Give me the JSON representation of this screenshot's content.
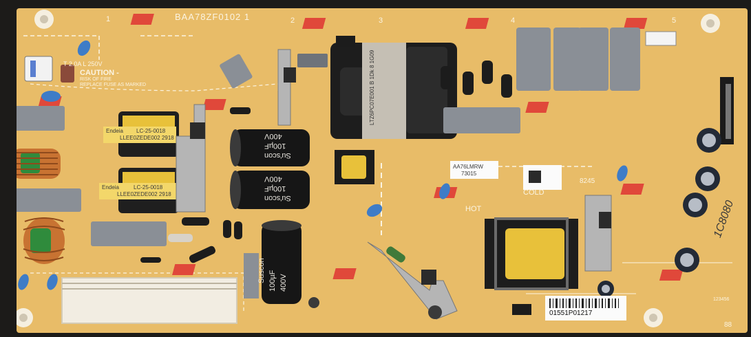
{
  "board": {
    "part_number": "BAA78ZF0102 1",
    "zone_labels": [
      "1",
      "2",
      "3",
      "4",
      "5"
    ],
    "fuse_rating": "T 2.0A L 250V",
    "caution_title": "CAUTION -",
    "caution_line1": "RISK OF FIRE",
    "caution_line2": "REPLACE FUSE AS MARKED",
    "hot_label": "HOT",
    "cold_label": "COLD",
    "code_8245": "8245",
    "corner_88": "88",
    "numbers_strip": "123456",
    "handwritten": "1C8080"
  },
  "components": {
    "inductor1_brand": "Endeia",
    "inductor1_model": "LC-25-0018",
    "inductor1_code": "LLEE0ZEDE002 2918",
    "inductor2_brand": "Endeia",
    "inductor2_model": "LC-25-0018",
    "inductor2_code": "LLEE0ZEDE002 2918",
    "cap_top_voltage": "400V",
    "cap_top_value": "100µF",
    "cap_top_brand": "Su'scon",
    "cap_mid_voltage": "400V",
    "cap_mid_value": "100µF",
    "cap_mid_brand": "Su'scon",
    "cap_bot_brand": "Suscon",
    "cap_bot_value": "100µF",
    "cap_bot_voltage": "400V",
    "transformer_label": "LTZ6PC07E001 B 1Dk 8 1G09",
    "sticker_top": "AA76LMRW",
    "sticker_top2": "73015",
    "barcode_text": "01551P01217"
  }
}
